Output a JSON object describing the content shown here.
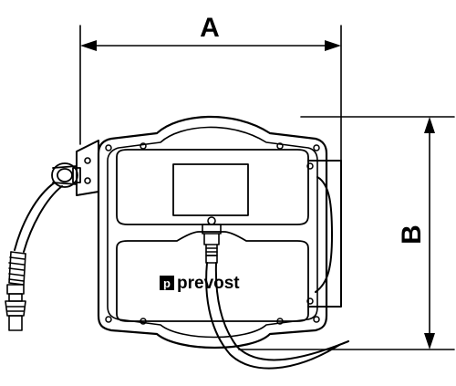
{
  "dimensions": {
    "width_label": "A",
    "height_label": "B"
  },
  "brand": {
    "name": "prevost",
    "logo_letter": "p"
  }
}
